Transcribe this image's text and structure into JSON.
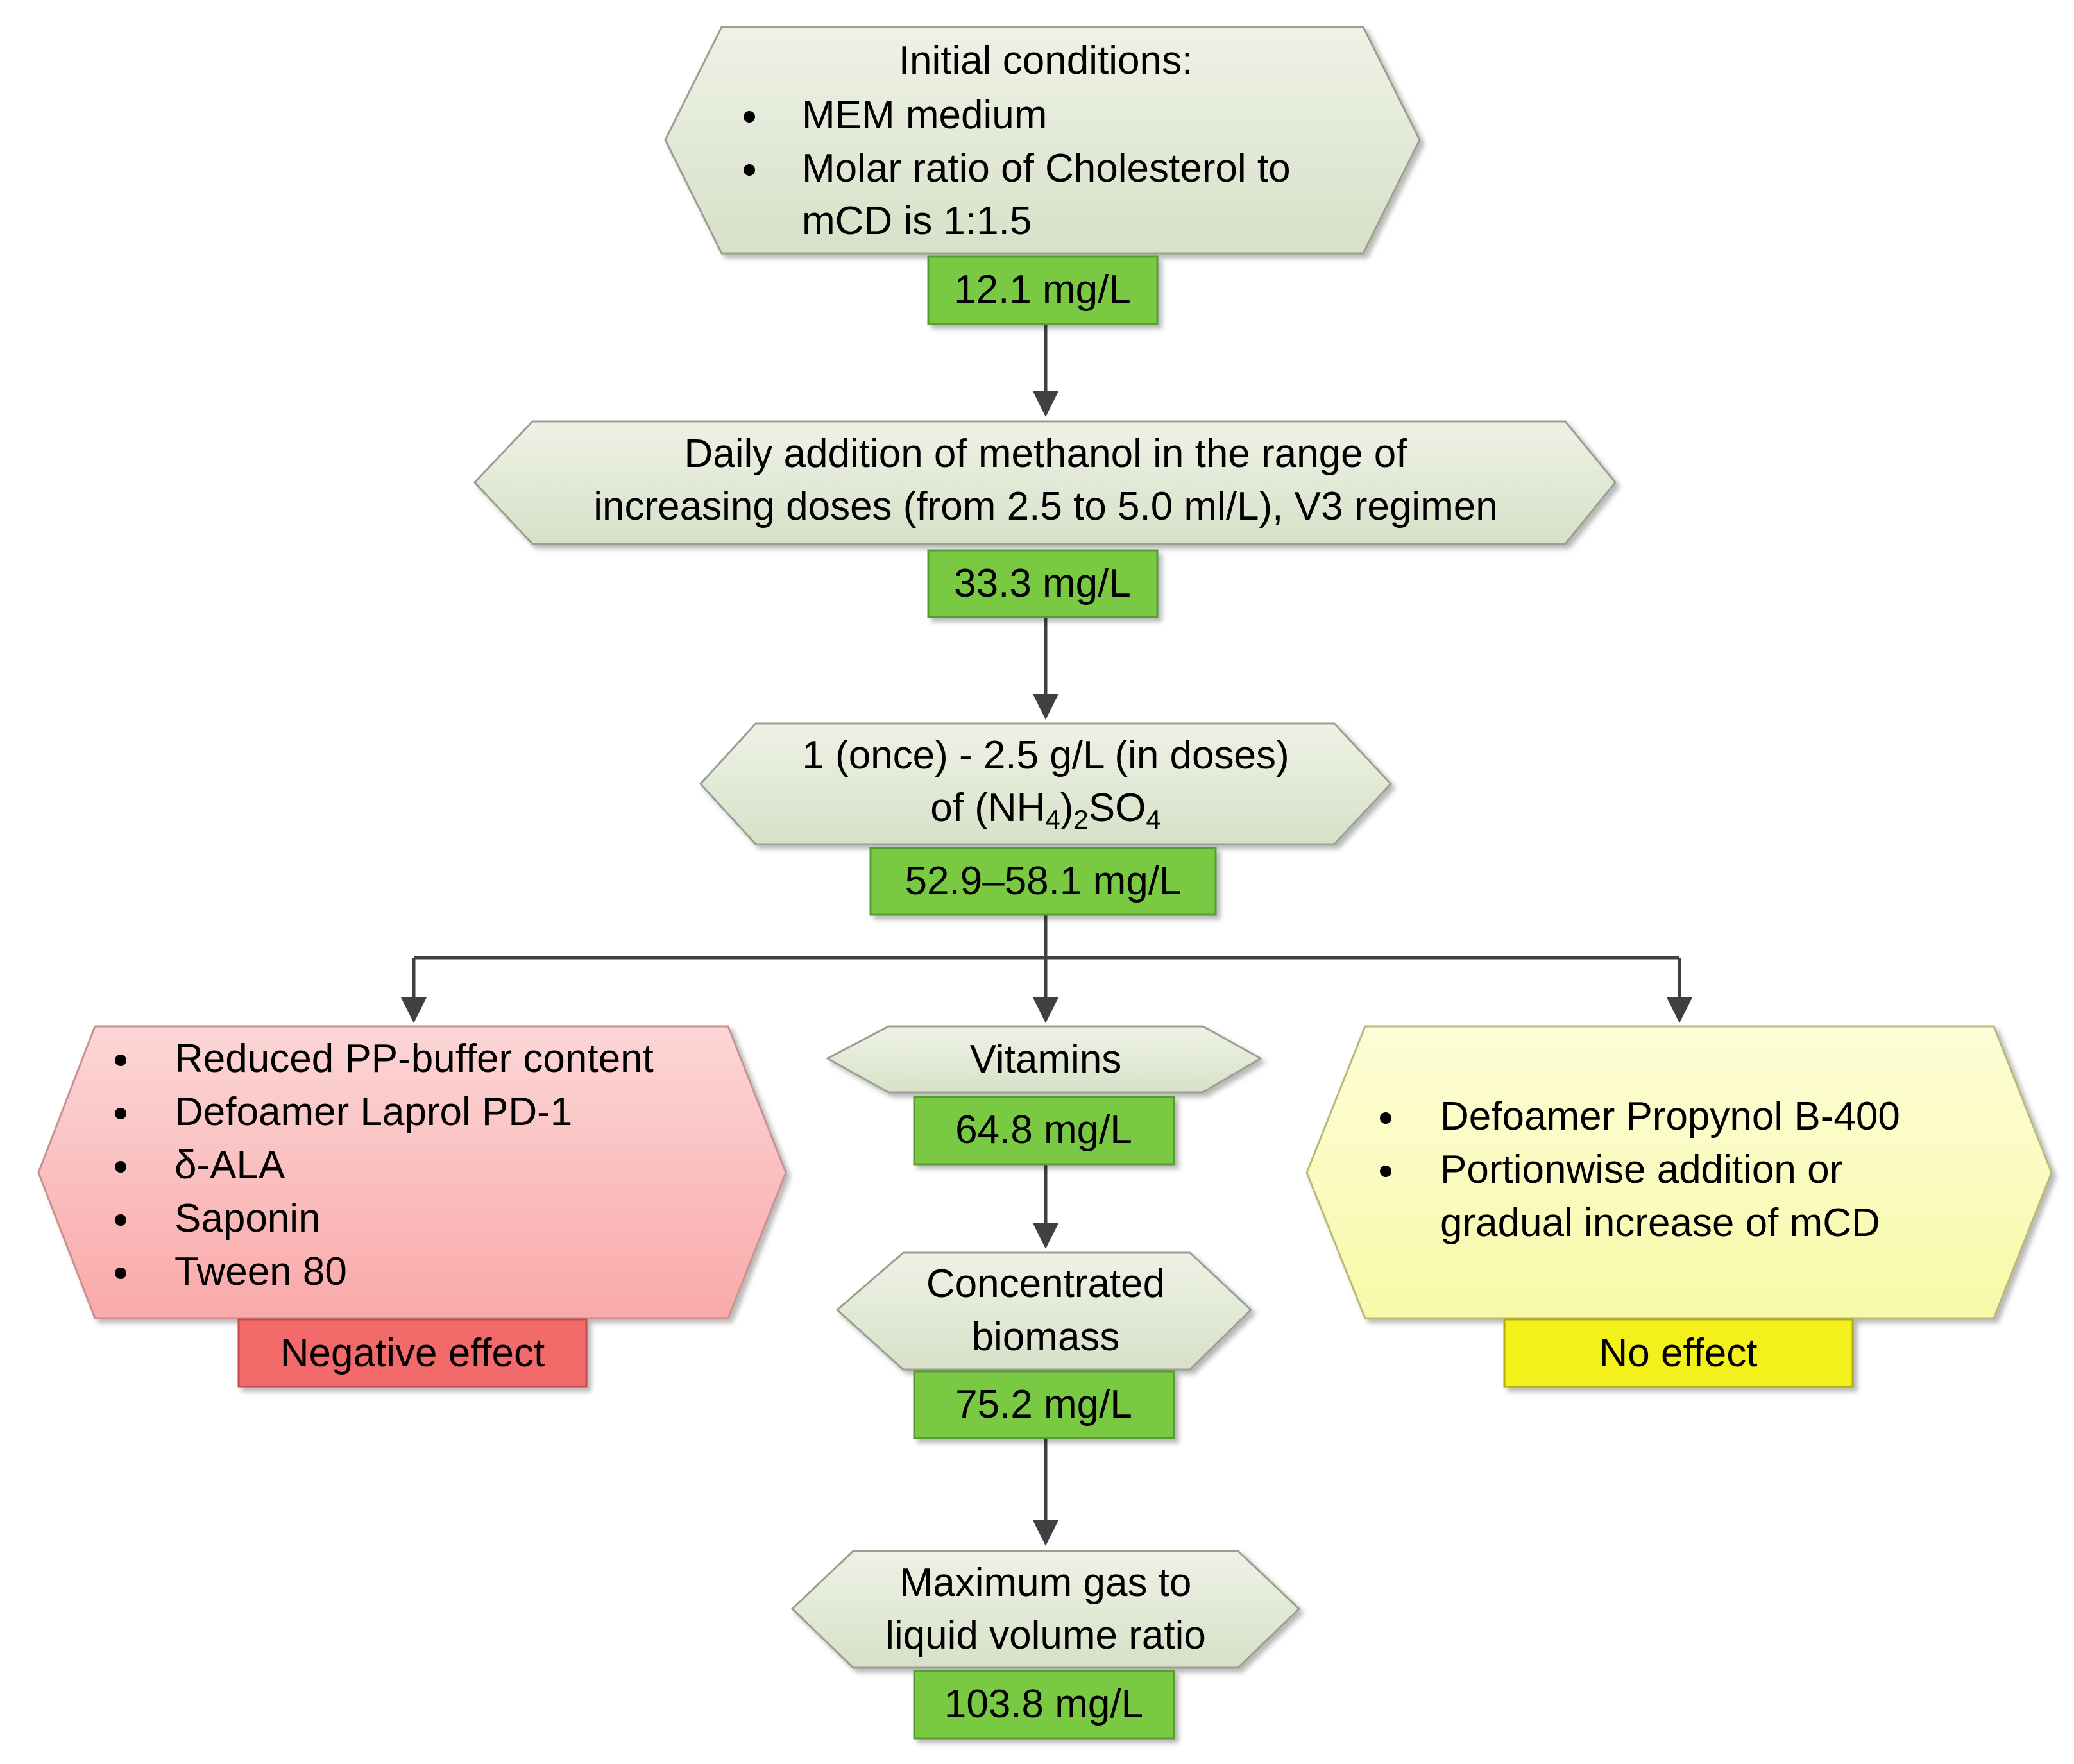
{
  "initial": {
    "title": "Initial conditions:",
    "bullets": [
      "MEM medium",
      "Molar ratio of Cholesterol to",
      "mCD is 1:1.5"
    ],
    "value": "12.1 mg/L"
  },
  "methanol": {
    "line1": "Daily addition of methanol in the range of",
    "line2": "increasing doses (from 2.5 to 5.0 ml/L), V3 regimen",
    "value": "33.3 mg/L"
  },
  "ammonium": {
    "line1": "1 (once) - 2.5 g/L (in doses)",
    "line2_prefix": "of (NH",
    "sub1": "4",
    "mid": ")",
    "sub2": "2",
    "so": "SO",
    "sub3": "4",
    "value": "52.9–58.1 mg/L"
  },
  "negative": {
    "bullets": [
      "Reduced PP-buffer content",
      "Defoamer Laprol PD-1",
      "δ-ALA",
      "Saponin",
      "Tween 80"
    ],
    "label": "Negative effect"
  },
  "vitamins": {
    "label": "Vitamins",
    "value": "64.8 mg/L"
  },
  "biomass": {
    "line1": "Concentrated",
    "line2": "biomass",
    "value": "75.2 mg/L"
  },
  "gas": {
    "line1": "Maximum gas to",
    "line2": "liquid volume ratio",
    "value": "103.8 mg/L"
  },
  "noeffect": {
    "bullets": [
      "Defoamer Propynol B-400",
      "Portionwise addition or",
      "gradual increase of mCD"
    ],
    "label": "No effect"
  },
  "colors": {
    "hexagon_fill": "#e4ead8",
    "green_box": "#7ac943",
    "red_hex": "#fbbcbc",
    "red_box": "#f26b6b",
    "yellow_hex": "#fbfcc0",
    "yellow_box": "#f3f01a",
    "arrow": "#404040"
  },
  "icons": {
    "arrow_head": "arrow-head-icon",
    "bullet": "bullet-icon"
  }
}
